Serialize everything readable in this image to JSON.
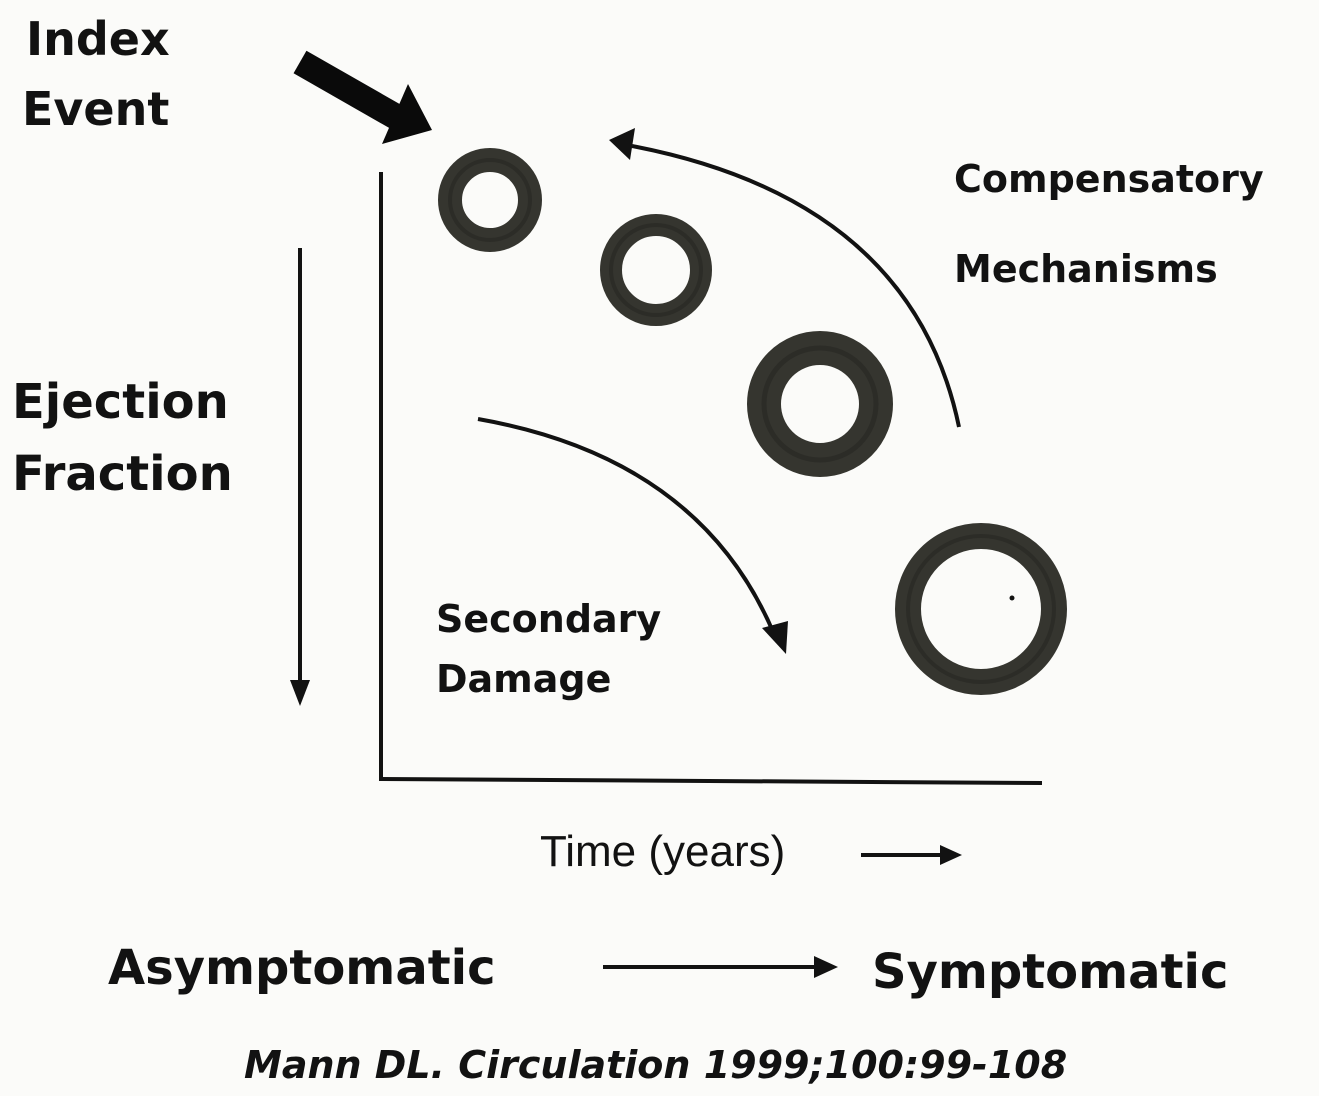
{
  "labels": {
    "index_event_line1": "Index",
    "index_event_line2": "Event",
    "ejection_fraction_line1": "Ejection",
    "ejection_fraction_line2": "Fraction",
    "compensatory_line1": "Compensatory",
    "compensatory_line2": "Mechanisms",
    "secondary_line1": "Secondary",
    "secondary_line2": "Damage",
    "time_axis": "Time (years)",
    "asymptomatic": "Asymptomatic",
    "symptomatic": "Symptomatic",
    "citation": "Mann DL.  Circulation 1999;100:99-108"
  },
  "colors": {
    "ink": "#121212",
    "ring": "#3a3a36",
    "ring_core": "#2c2c29",
    "background": "#fbfbf9"
  },
  "icons": {
    "index_event_arrow": "bold-arrow-down-right",
    "ef_arrow": "arrow-down",
    "compensatory_arrow": "curved-arrow-up-left",
    "secondary_arrow": "curved-arrow-down-right",
    "time_arrow": "arrow-right",
    "progression_arrow": "arrow-right",
    "ventricle_rings": "ring-cross-sections"
  }
}
